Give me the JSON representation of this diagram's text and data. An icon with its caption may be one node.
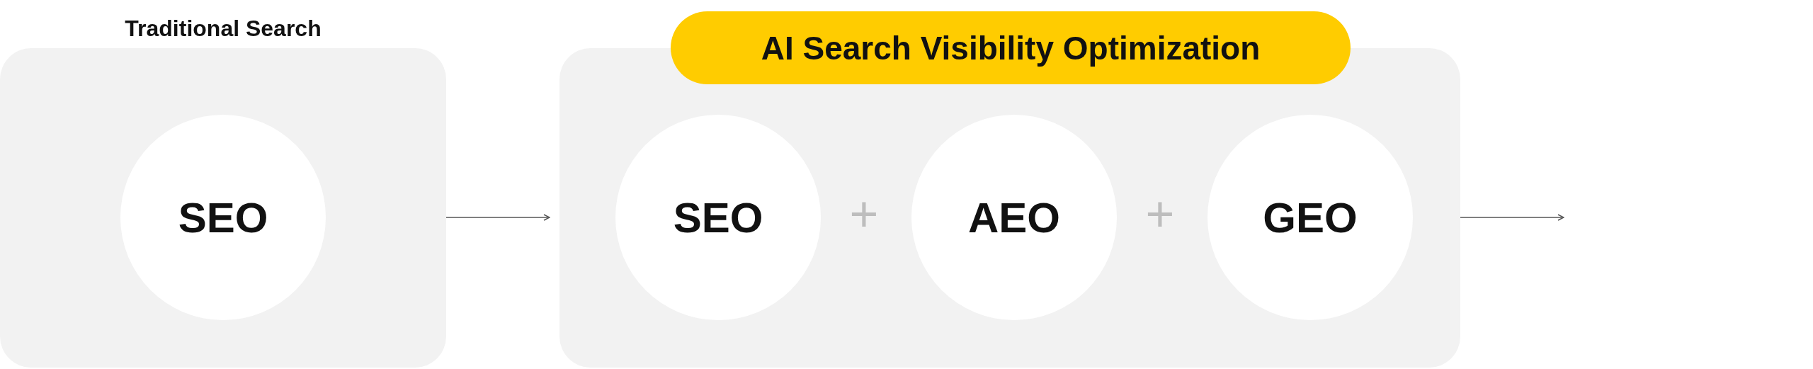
{
  "diagram": {
    "nodes": [
      {
        "text": [
          "Traditional Search"
        ]
      },
      {
        "text": [
          "SEO"
        ],
        "in": 0
      },
      {
        "text": [
          "AI Search Visibility Optimization"
        ]
      },
      {
        "text": [],
        "shape": "box"
      },
      {
        "text": [
          "SEO"
        ],
        "in": 3
      },
      {
        "text": [
          "AEO"
        ],
        "in": 3
      },
      {
        "text": [
          "GEO"
        ],
        "in": 3
      }
    ],
    "edges": [
      {
        "from": 0,
        "to": 3,
        "arrow": "to"
      },
      {
        "from": 3,
        "to": null,
        "arrow": "to"
      }
    ],
    "labels": [
      "+",
      "+"
    ]
  }
}
